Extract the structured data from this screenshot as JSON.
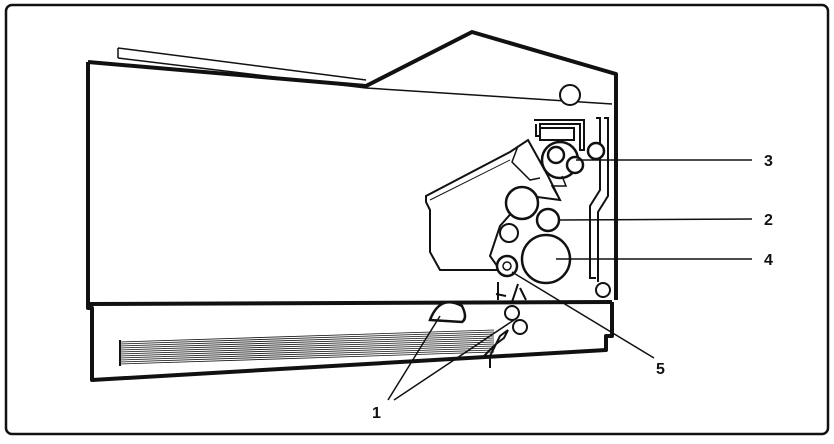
{
  "diagram": {
    "callouts": [
      {
        "id": "c1",
        "label": "1"
      },
      {
        "id": "c2",
        "label": "2"
      },
      {
        "id": "c3",
        "label": "3"
      },
      {
        "id": "c4",
        "label": "4"
      },
      {
        "id": "c5",
        "label": "5"
      }
    ],
    "colors": {
      "line": "#111111",
      "background": "#ffffff"
    }
  }
}
